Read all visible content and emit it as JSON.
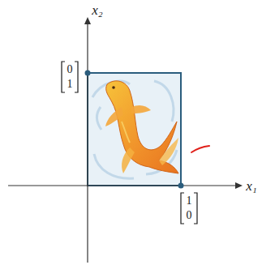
{
  "diagram": {
    "labels": [
      "x₂",
      "0",
      "1",
      "x₁",
      "1",
      "0"
    ]
  }
}
